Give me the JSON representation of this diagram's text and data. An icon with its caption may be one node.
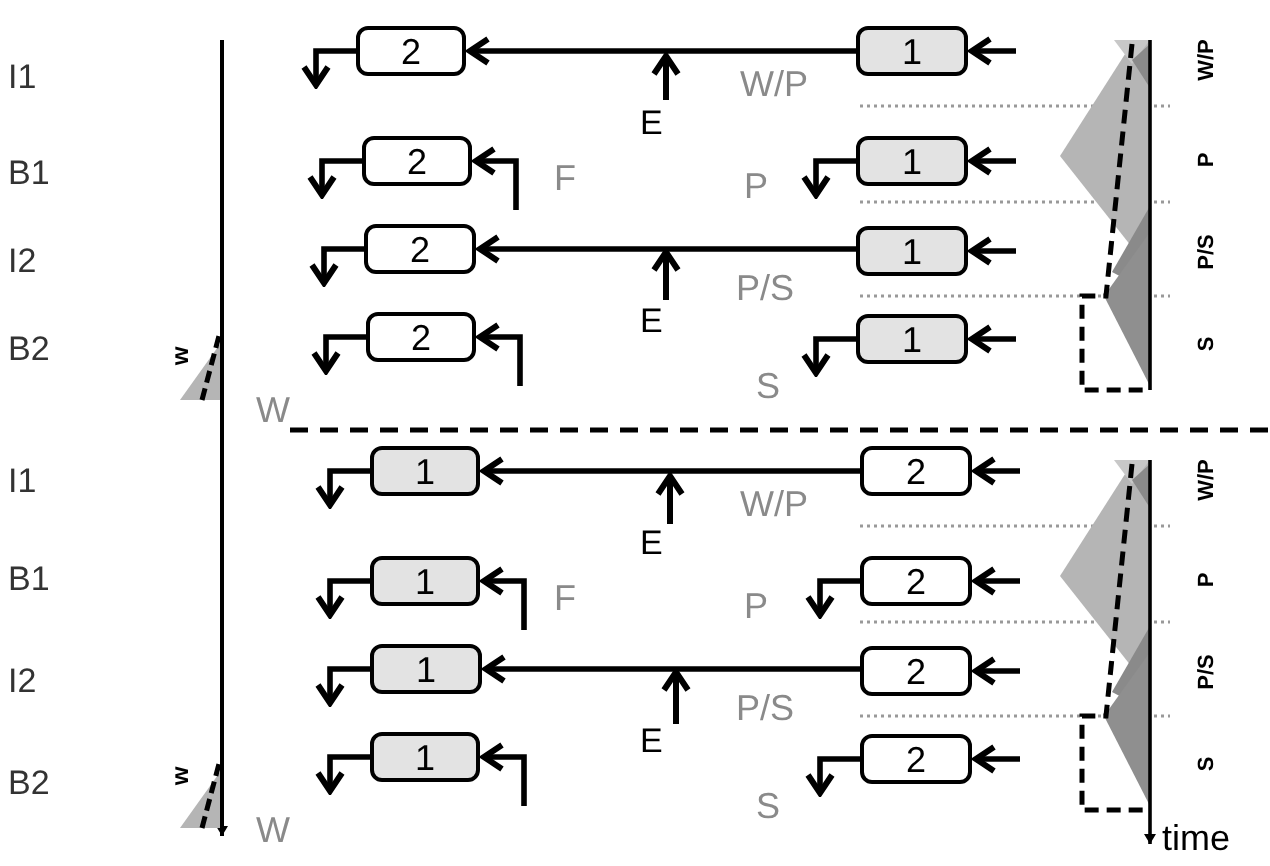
{
  "diagram": {
    "nodes": [
      {
        "text": [
          "2"
        ]
      },
      {
        "text": [
          "1"
        ]
      },
      {
        "text": [
          "2"
        ]
      },
      {
        "text": [
          "1"
        ]
      },
      {
        "text": [
          "2"
        ]
      },
      {
        "text": [
          "1"
        ]
      },
      {
        "text": [
          "2"
        ]
      },
      {
        "text": [
          "1"
        ]
      },
      {
        "text": [
          "1"
        ]
      },
      {
        "text": [
          "2"
        ]
      },
      {
        "text": [
          "1"
        ]
      },
      {
        "text": [
          "2"
        ]
      },
      {
        "text": [
          "1"
        ]
      },
      {
        "text": [
          "2"
        ]
      },
      {
        "text": [
          "1"
        ]
      },
      {
        "text": [
          "2"
        ]
      }
    ],
    "edges": [
      {
        "from": null,
        "to": 1,
        "arrow": "to"
      },
      {
        "from": 1,
        "to": 0,
        "arrow": "to"
      },
      {
        "from": 0,
        "to": null,
        "arrow": "to"
      },
      {
        "from": null,
        "to": 3,
        "arrow": "to"
      },
      {
        "from": 3,
        "to": null,
        "arrow": "to"
      },
      {
        "from": null,
        "to": 2,
        "arrow": "to"
      },
      {
        "from": 2,
        "to": null,
        "arrow": "to"
      },
      {
        "from": null,
        "to": 5,
        "arrow": "to"
      },
      {
        "from": 5,
        "to": 4,
        "arrow": "to"
      },
      {
        "from": 4,
        "to": null,
        "arrow": "to"
      },
      {
        "from": null,
        "to": 7,
        "arrow": "to"
      },
      {
        "from": 7,
        "to": null,
        "arrow": "to"
      },
      {
        "from": null,
        "to": 6,
        "arrow": "to"
      },
      {
        "from": 6,
        "to": null,
        "arrow": "to"
      },
      {
        "from": null,
        "to": 9,
        "arrow": "to"
      },
      {
        "from": 9,
        "to": 8,
        "arrow": "to"
      },
      {
        "from": 8,
        "to": null,
        "arrow": "to"
      },
      {
        "from": null,
        "to": 11,
        "arrow": "to"
      },
      {
        "from": 11,
        "to": null,
        "arrow": "to"
      },
      {
        "from": null,
        "to": 10,
        "arrow": "to"
      },
      {
        "from": 10,
        "to": null,
        "arrow": "to"
      },
      {
        "from": null,
        "to": 13,
        "arrow": "to"
      },
      {
        "from": 13,
        "to": 12,
        "arrow": "to"
      },
      {
        "from": 12,
        "to": null,
        "arrow": "to"
      },
      {
        "from": null,
        "to": 15,
        "arrow": "to"
      },
      {
        "from": 15,
        "to": null,
        "arrow": "to"
      },
      {
        "from": null,
        "to": 14,
        "arrow": "to"
      },
      {
        "from": 14,
        "to": null,
        "arrow": "to"
      }
    ],
    "labels": [
      "I1",
      "W/P",
      "E",
      "W/P",
      "B1",
      "F",
      "P",
      "P",
      "I2",
      "P/S",
      "E",
      "P/S",
      "B2",
      "w",
      "S",
      "S",
      "W",
      "I1",
      "W/P",
      "E",
      "W/P",
      "B1",
      "F",
      "P",
      "P",
      "I2",
      "P/S",
      "E",
      "P/S",
      "B2",
      "w",
      "S",
      "S",
      "W",
      "time"
    ]
  }
}
